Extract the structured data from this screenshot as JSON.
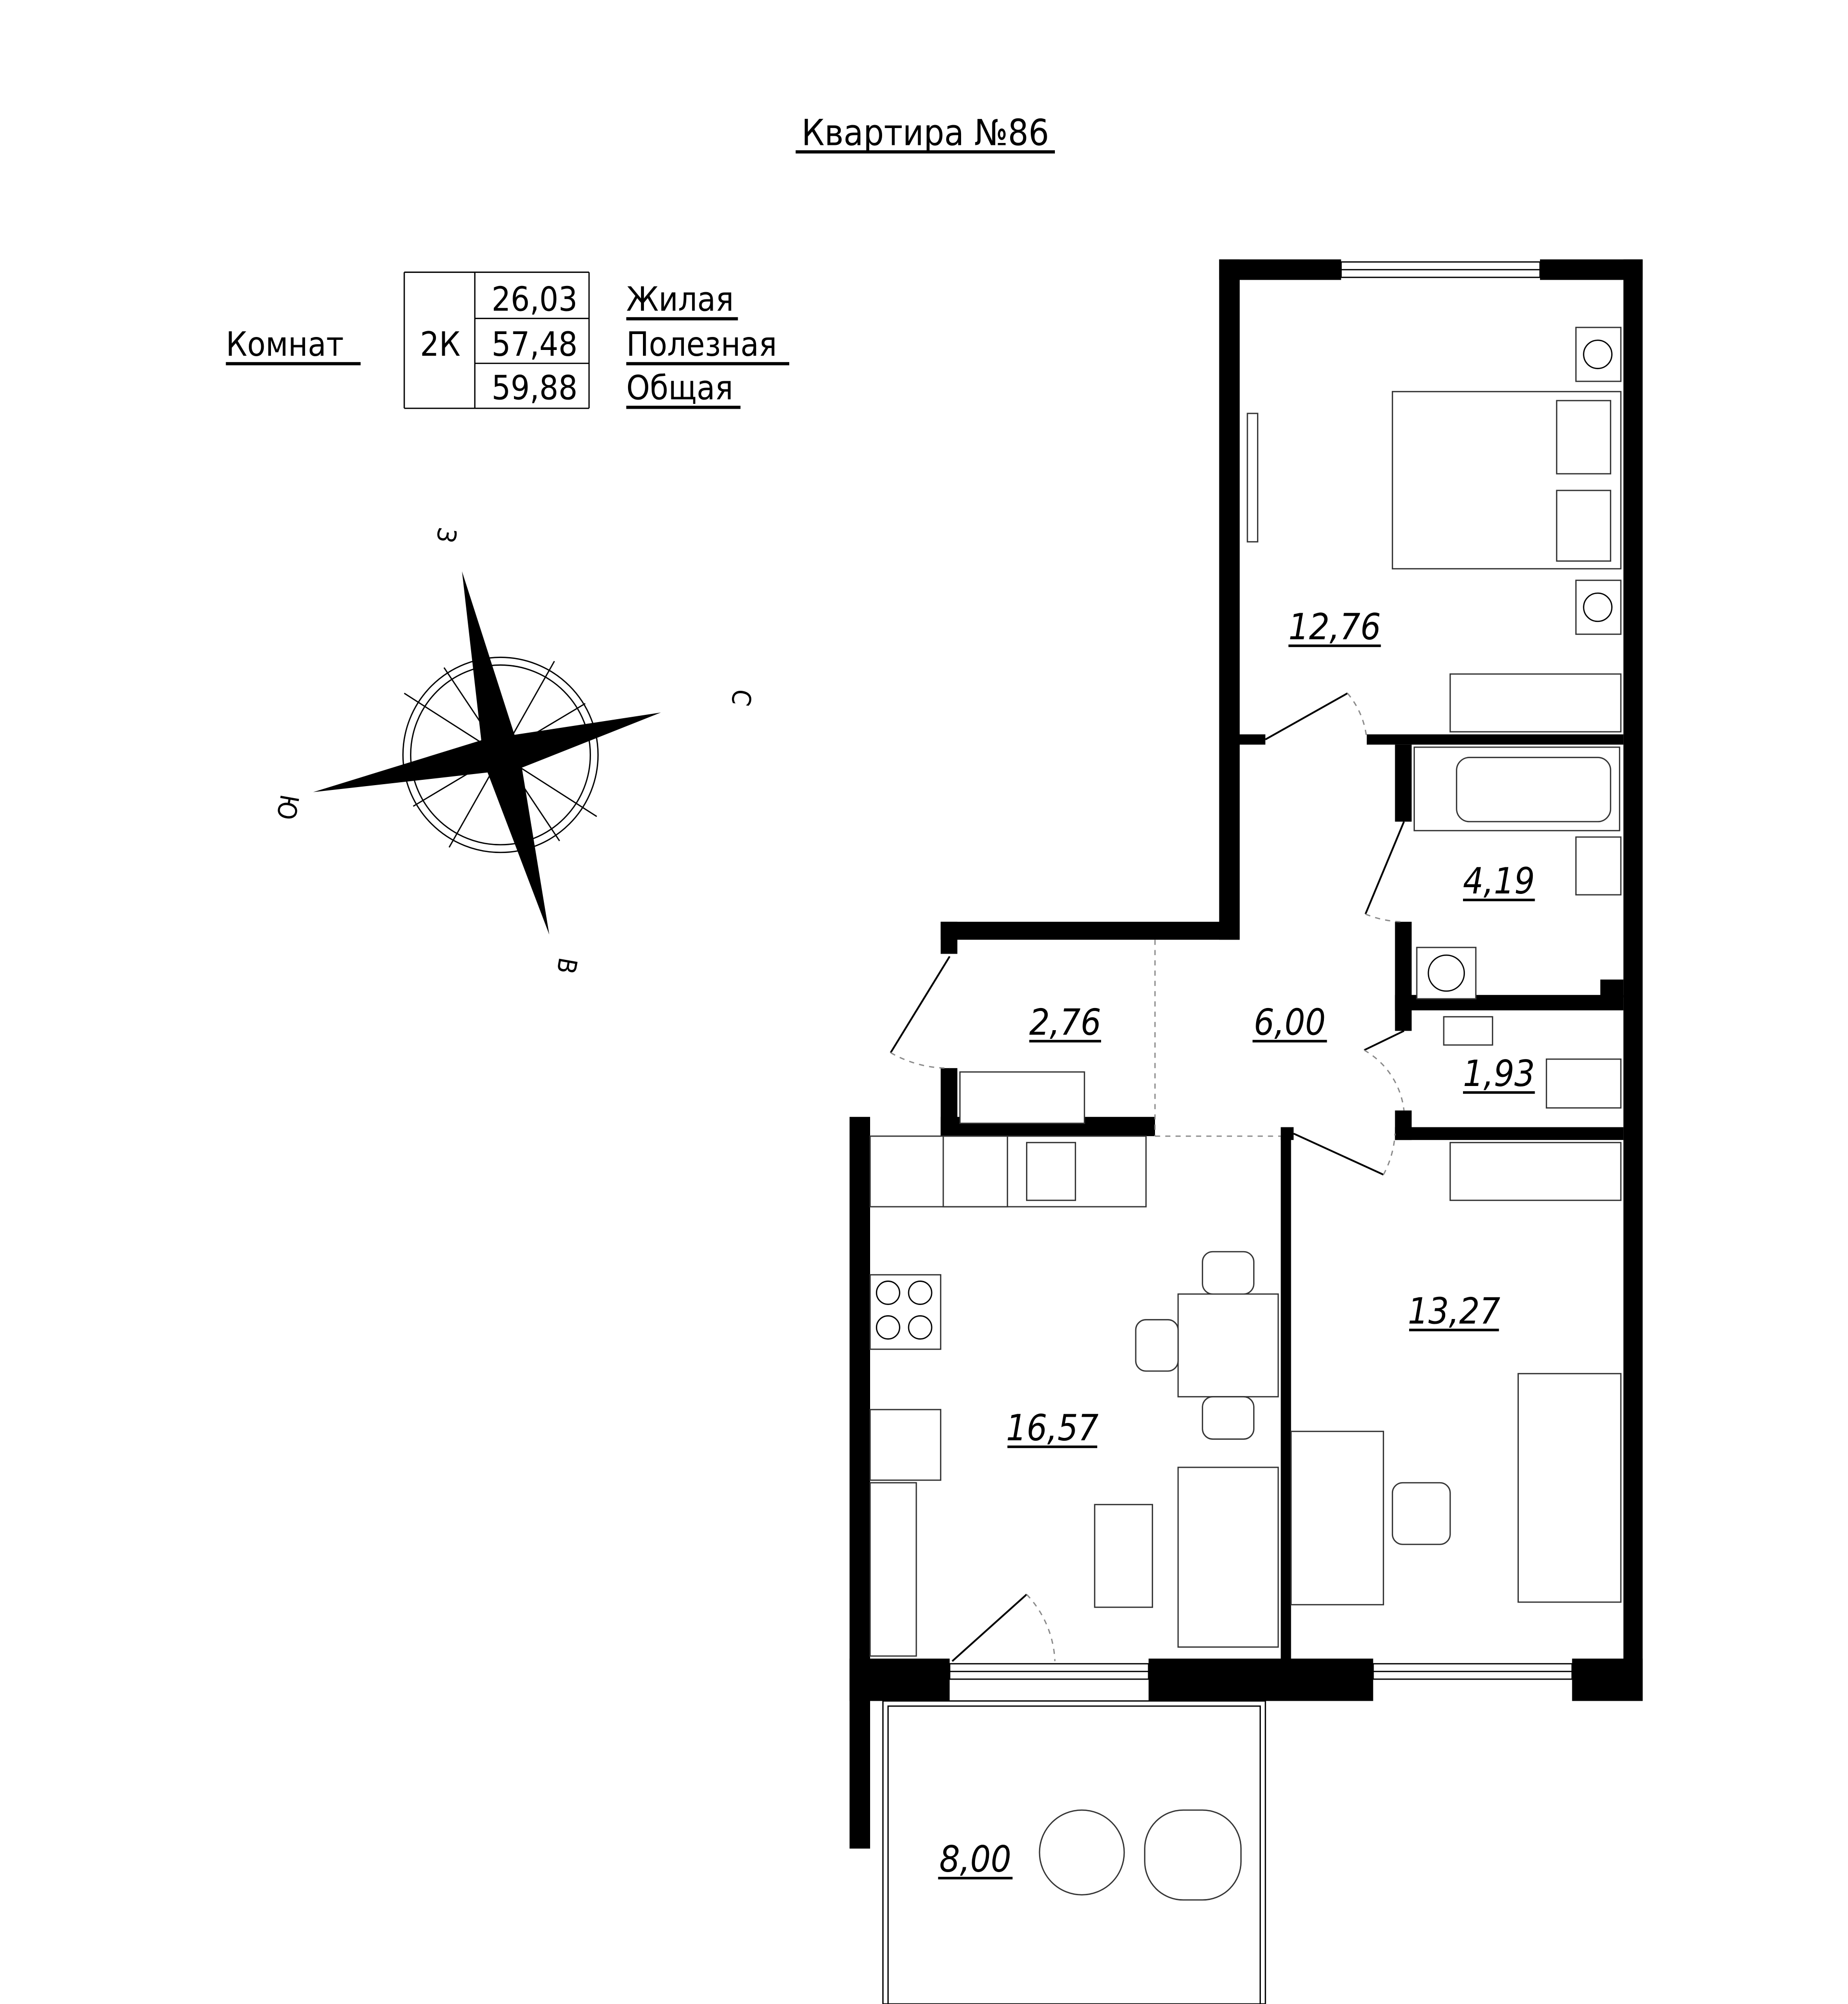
{
  "title": "Квартира №86",
  "summary": {
    "rooms_label": "Комнат",
    "rooms_value": "2К",
    "rows": [
      {
        "value": "26,03",
        "label": "Жилая"
      },
      {
        "value": "57,48",
        "label": "Полезная"
      },
      {
        "value": "59,88",
        "label": "Общая"
      }
    ]
  },
  "compass": {
    "north": "С",
    "south": "Ю",
    "west": "З",
    "east": "В"
  },
  "rooms": {
    "bedroom_1": "12,76",
    "bathroom": "4,19",
    "entrance": "2,76",
    "hall": "6,00",
    "wc": "1,93",
    "bedroom_2": "13,27",
    "kitchen_living": "16,57",
    "balcony": "8,00"
  }
}
